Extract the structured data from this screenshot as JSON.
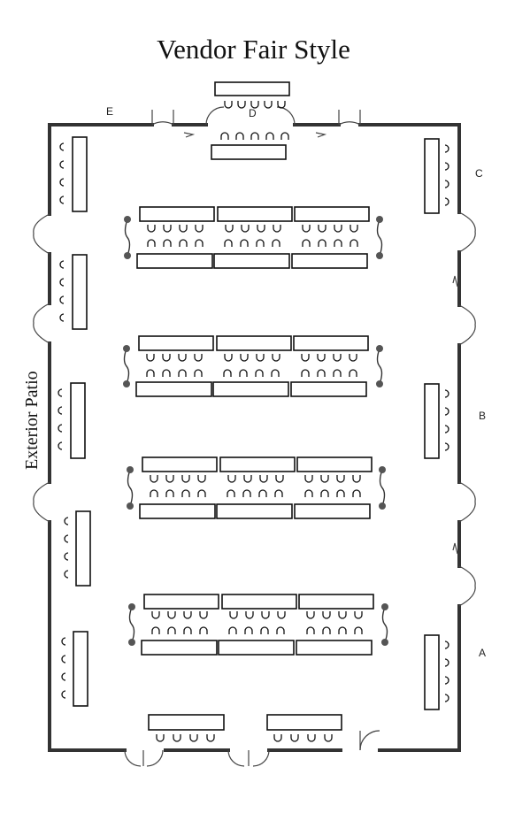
{
  "title": "Vendor Fair Style",
  "side_label": "Exterior Patio",
  "door_labels": {
    "a": "A",
    "b": "B",
    "c": "C",
    "d": "D",
    "e": "E"
  }
}
